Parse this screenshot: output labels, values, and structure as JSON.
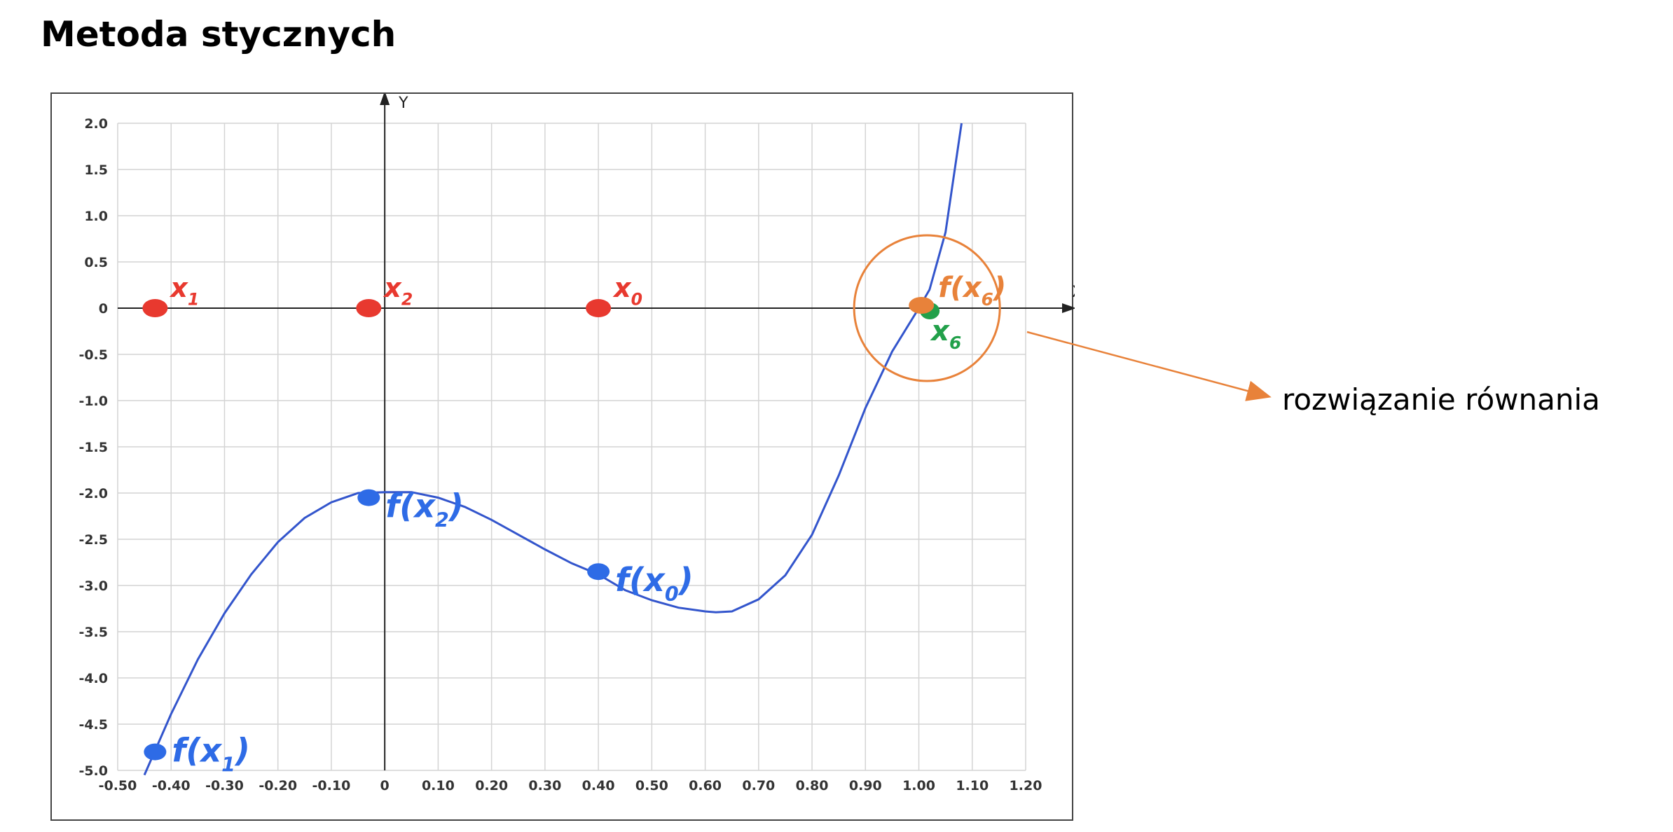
{
  "page": {
    "title": "Metoda stycznych"
  },
  "callout": {
    "text": "rozwiązanie równania",
    "color": "#E8823A"
  },
  "chart_data": {
    "type": "line",
    "title": "Metoda stycznych",
    "xlabel": "X",
    "ylabel": "Y",
    "xlim": [
      -0.5,
      1.2
    ],
    "ylim": [
      -5.0,
      2.0
    ],
    "grid": true,
    "x_ticks": [
      "-0.50",
      "-0.40",
      "-0.30",
      "-0.20",
      "-0.10",
      "0",
      "0.10",
      "0.20",
      "0.30",
      "0.40",
      "0.50",
      "0.60",
      "0.70",
      "0.80",
      "0.90",
      "1.00",
      "1.10",
      "1.20"
    ],
    "y_ticks": [
      "2.0",
      "1.5",
      "1.0",
      "0.5",
      "0",
      "-0.5",
      "-1.0",
      "-1.5",
      "-2.0",
      "-2.5",
      "-3.0",
      "-3.5",
      "-4.0",
      "-4.5",
      "-5.0"
    ],
    "curve": {
      "color": "#3355CC",
      "x": [
        -0.45,
        -0.4,
        -0.35,
        -0.3,
        -0.25,
        -0.2,
        -0.15,
        -0.1,
        -0.05,
        0.0,
        0.05,
        0.1,
        0.15,
        0.2,
        0.25,
        0.3,
        0.35,
        0.4,
        0.45,
        0.5,
        0.55,
        0.6,
        0.62,
        0.65,
        0.7,
        0.75,
        0.8,
        0.85,
        0.9,
        0.95,
        1.0,
        1.02,
        1.05,
        1.08
      ],
      "y": [
        -5.05,
        -4.39,
        -3.8,
        -3.3,
        -2.88,
        -2.53,
        -2.27,
        -2.1,
        -2.0,
        -1.99,
        -1.99,
        -2.05,
        -2.15,
        -2.29,
        -2.45,
        -2.61,
        -2.76,
        -2.88,
        -3.05,
        -3.16,
        -3.24,
        -3.28,
        -3.29,
        -3.28,
        -3.15,
        -2.89,
        -2.45,
        -1.81,
        -1.08,
        -0.47,
        0.0,
        0.2,
        0.82,
        2.0
      ]
    },
    "x_points": [
      {
        "label_base": "x",
        "label_sub": "1",
        "x": -0.43,
        "y": 0,
        "color": "#E8392F"
      },
      {
        "label_base": "x",
        "label_sub": "2",
        "x": -0.03,
        "y": 0,
        "color": "#E8392F"
      },
      {
        "label_base": "x",
        "label_sub": "0",
        "x": 0.4,
        "y": 0,
        "color": "#E8392F"
      }
    ],
    "f_points": [
      {
        "label_base": "f(x",
        "label_sub": "1",
        "label_end": ")",
        "x": -0.43,
        "y": -4.8,
        "color": "#2E6BE6"
      },
      {
        "label_base": "f(x",
        "label_sub": "2",
        "label_end": ")",
        "x": -0.03,
        "y": -2.05,
        "color": "#2E6BE6"
      },
      {
        "label_base": "f(x",
        "label_sub": "0",
        "label_end": ")",
        "x": 0.4,
        "y": -2.85,
        "color": "#2E6BE6"
      }
    ],
    "solution": {
      "f_label_base": "f(x",
      "f_label_sub": "6",
      "f_label_end": ")",
      "x_label_base": "x",
      "x_label_sub": "6",
      "x": 1.01,
      "y": 0,
      "f_color": "#E8823A",
      "x_color": "#22A04A",
      "circle_color": "#E8823A"
    }
  }
}
